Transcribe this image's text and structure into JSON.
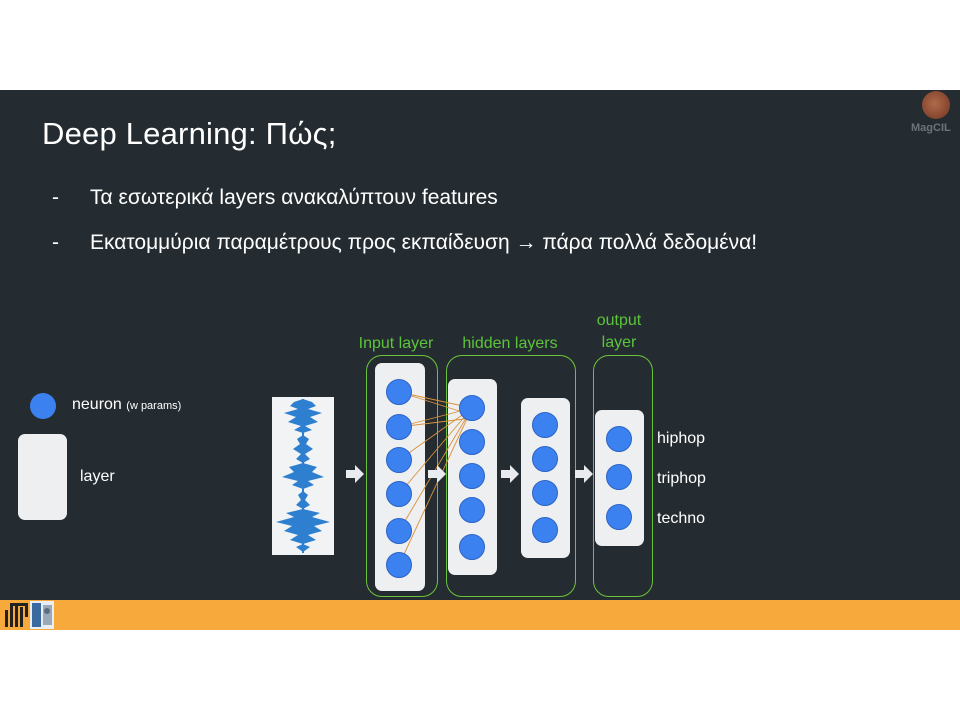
{
  "title": "Deep Learning: Πώς;",
  "bullets": [
    {
      "dash": "-",
      "text": "Τα εσωτερικά layers ανακαλύπτουν features"
    },
    {
      "dash": "-",
      "text": "Εκατομμύρια παραμέτρους προς εκπαίδευση → πάρα πολλά δεδομένα!"
    }
  ],
  "logo": {
    "text": "MagCIL"
  },
  "legend": {
    "neuron_label": "neuron",
    "neuron_note": "(w params)",
    "layer_label": "layer"
  },
  "groups": {
    "input": "Input layer",
    "hidden": "hidden layers",
    "output_line1": "output",
    "output_line2": "layer"
  },
  "classes": [
    "hiphop",
    "triphop",
    "techno"
  ],
  "colors": {
    "slide_bg": "#252c31",
    "bar": "#f7a93b",
    "neuron": "#3b82f0",
    "group_border": "#6cc33a",
    "group_label": "#5cc43a",
    "connection": "#d9903a"
  }
}
